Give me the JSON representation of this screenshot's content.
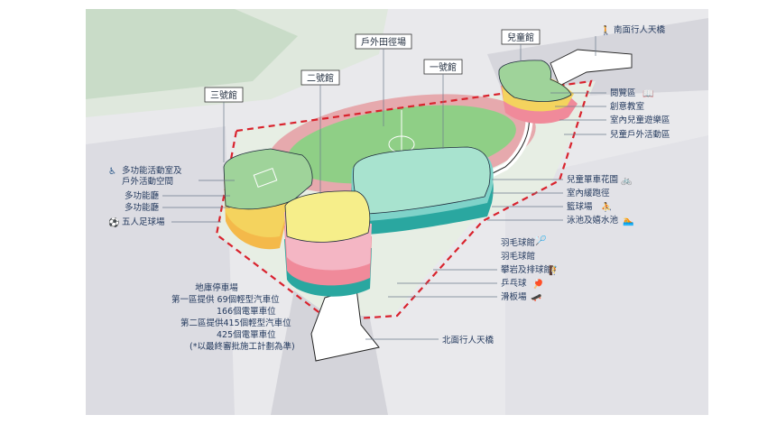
{
  "buildings": {
    "building3": "三號館",
    "building2": "二號館",
    "outdoor_field": "戶外田徑場",
    "building1": "一號館",
    "children": "兒童館"
  },
  "bridges": {
    "south": "南面行人天橋",
    "north": "北面行人天橋"
  },
  "left_labels": {
    "multi_outdoor_1": "多功能活動室及",
    "multi_outdoor_2": "戶外活動空間",
    "multi_hall_1": "多功能廳",
    "multi_hall_2": "多功能廳",
    "futsal": "五人足球場"
  },
  "right_labels": {
    "reading": "閱覽區",
    "creative": "創意教室",
    "indoor_play": "室內兒童遊樂區",
    "outdoor_play": "兒童戶外活動區",
    "bike_garden": "兒童單車花園",
    "jogging": "室內緩跑徑",
    "basketball": "籃球場",
    "pool": "泳池及嬉水池",
    "badminton1": "羽毛球館",
    "badminton2": "羽毛球館",
    "climbing": "攀岩及排球館",
    "table_tennis": "乒乓球",
    "skate": "滑板場"
  },
  "parking": {
    "line1": "地庫停車場",
    "line2": "第一區提供  69個輕型汽車位",
    "line3": "166個電單車位",
    "line4": "第二區提供415個輕型汽車位",
    "line5": "425個電單車位",
    "line6": "(*以最終審批施工計劃為準)"
  },
  "icons": {
    "reading": "book-icon",
    "bike": "bicycle-icon",
    "basketball": "basketball-player-icon",
    "swim": "swimmer-icon",
    "badminton": "badminton-icon",
    "climbing": "climber-icon",
    "table_tennis": "table-tennis-icon",
    "skate": "skateboard-icon",
    "accessibility": "wheelchair-icon",
    "futsal": "football-player-icon",
    "pedestrian": "pedestrian-icon"
  },
  "colors": {
    "site_boundary": "#d9232d",
    "green_roof": "#9fd39a",
    "yellow": "#f4d35e",
    "pink": "#f4b6c4",
    "teal": "#2aa7a0",
    "track": "#e6a9ad"
  }
}
